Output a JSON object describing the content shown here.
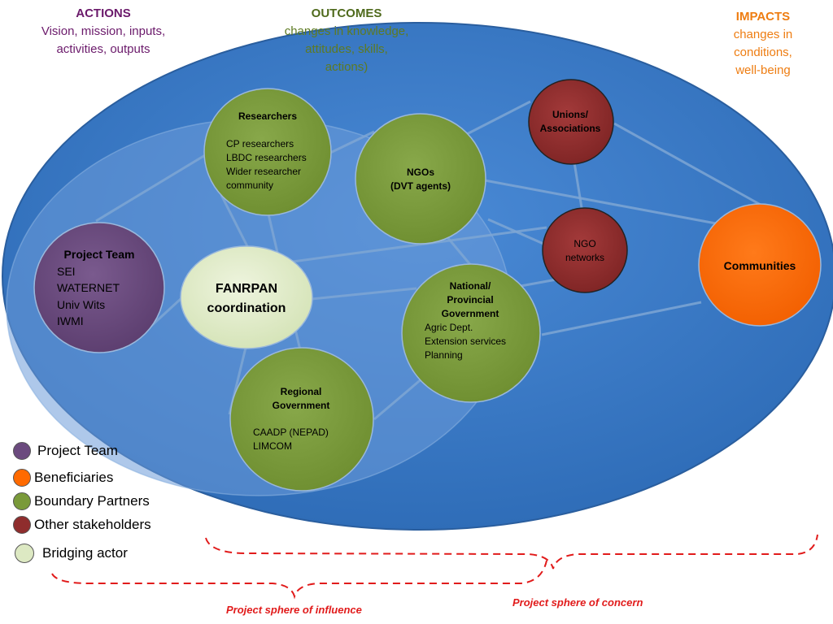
{
  "headers": {
    "actions": {
      "title": "ACTIONS",
      "lines": [
        "Vision, mission, inputs,",
        "activities, outputs"
      ],
      "color": "#6b1a6b"
    },
    "outcomes": {
      "title": "OUTCOMES",
      "lines": [
        "changes in knowledge,",
        "attitudes, skills,",
        "actions)"
      ],
      "title_color": "#4f6a1c",
      "color": "#5d7a22"
    },
    "impacts": {
      "title": "IMPACTS",
      "lines": [
        "changes in",
        "conditions,",
        "well-being"
      ],
      "color": "#ee7d12"
    }
  },
  "colors": {
    "project_team": "#6b4a7e",
    "beneficiaries": "#ff6a00",
    "boundary_partners": "#7a9a3a",
    "other_stakeholders": "#8f2d2d",
    "bridging_actor": "#dde9c3",
    "sphere_outer": "#3a7bc8",
    "sphere_inner": "#5f92d6",
    "dashed": "#e11b1b"
  },
  "nodes": {
    "researchers": {
      "title": "Researchers",
      "items": [
        "CP researchers",
        "LBDC researchers",
        "Wider researcher",
        "community"
      ]
    },
    "ngos": {
      "title_lines": [
        "NGOs",
        "(DVT agents)"
      ]
    },
    "unions": {
      "title_lines": [
        "Unions/",
        "Associations"
      ]
    },
    "ngo_networks": {
      "title_lines": [
        "NGO",
        "networks"
      ]
    },
    "communities": {
      "title": "Communities"
    },
    "project_team": {
      "title": "Project Team",
      "items": [
        "SEI",
        "WATERNET",
        "Univ Wits",
        "IWMI"
      ]
    },
    "fanrpan": {
      "title_lines": [
        "FANRPAN",
        "coordination"
      ]
    },
    "national": {
      "title_lines": [
        "National/",
        "Provincial",
        "Government"
      ],
      "items": [
        "Agric Dept.",
        "Extension services",
        "Planning"
      ]
    },
    "regional": {
      "title_lines": [
        "Regional",
        "Government"
      ],
      "items": [
        "CAADP (NEPAD)",
        "LIMCOM"
      ]
    }
  },
  "legend": [
    {
      "label": "Project Team",
      "color": "#6b4a7e"
    },
    {
      "label": "Beneficiaries",
      "color": "#ff6a00"
    },
    {
      "label": "Boundary Partners",
      "color": "#7a9a3a"
    },
    {
      "label": "Other stakeholders",
      "color": "#8f2d2d"
    },
    {
      "label": "Bridging actor",
      "color": "#dde9c3"
    }
  ],
  "spheres": {
    "influence": "Project sphere of influence",
    "concern": "Project sphere of concern"
  }
}
